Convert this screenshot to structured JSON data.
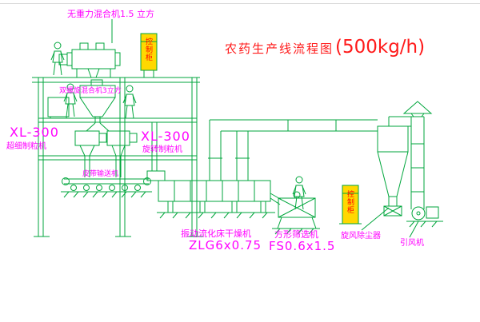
{
  "title": {
    "text": "农药生产线流程图",
    "capacity": "(500kg/h)"
  },
  "labels": {
    "top_mixer": "无重力混合机1.5 立方",
    "cone_mixer": "双螺旋混合机3立方",
    "granulator_left_model": "XL-300",
    "granulator_left_name": "超细制粒机",
    "granulator_mid_model": "XL-300",
    "granulator_mid_name": "旋转制粒机",
    "belt_conveyor": "皮带输送机",
    "dryer_name": "振动流化床干燥机",
    "dryer_model": "ZLG6x0.75",
    "sieve_name": "方形筛选机",
    "sieve_model": "FS0.6x1.5",
    "cyclone": "旋风除尘器",
    "fan": "引风机",
    "cabinet": "控制柜"
  },
  "colors": {
    "line_green": "#00a63c",
    "label_magenta": "#ff00ff",
    "title_red": "#ff1a1a",
    "cabinet_yellow": "#ffd800",
    "cabinet_text_red": "#ff0000"
  }
}
